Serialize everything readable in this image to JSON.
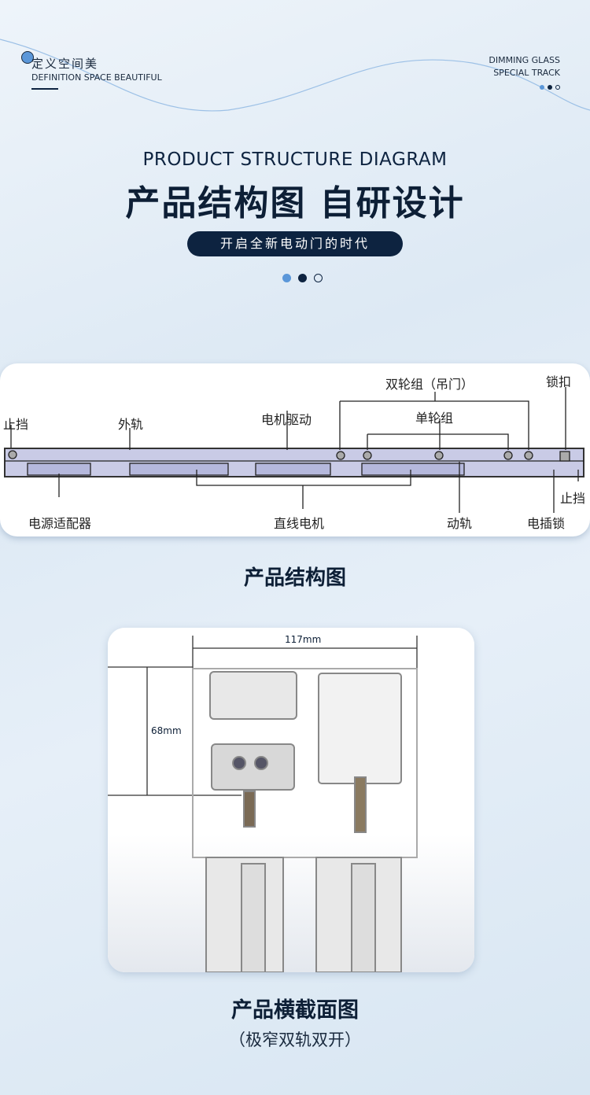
{
  "header": {
    "brand_cn": "定义空间美",
    "brand_en": "DEFINITION SPACE BEAUTIFUL",
    "right_line1": "DIMMING GLASS",
    "right_line2": "SPECIAL TRACK"
  },
  "hero": {
    "title_en": "PRODUCT STRUCTURE DIAGRAM",
    "title_cn": "产品结构图 自研设计",
    "pill": "开启全新电动门的时代"
  },
  "colors": {
    "navy": "#0d2340",
    "accent": "#5b97d9"
  },
  "structure": {
    "labels": {
      "stop_left": "止挡",
      "outer_rail": "外轨",
      "motor_drive": "电机驱动",
      "double_wheel": "双轮组（吊门）",
      "single_wheel": "单轮组",
      "lock_catch": "锁扣",
      "stop_right": "止挡",
      "power_adapter": "电源适配器",
      "linear_motor": "直线电机",
      "moving_rail": "动轨",
      "electric_lock": "电插锁"
    },
    "caption": "产品结构图"
  },
  "cross_section": {
    "width_label": "117mm",
    "height_label": "68mm",
    "caption": "产品横截面图",
    "subcaption": "（极窄双轨双开）"
  }
}
